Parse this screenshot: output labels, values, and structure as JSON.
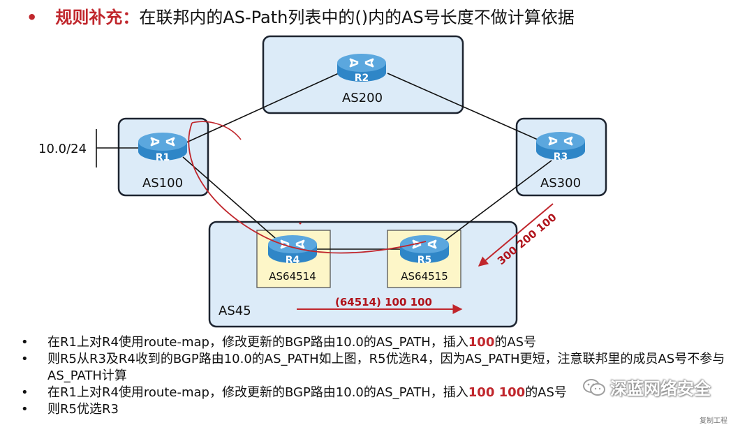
{
  "title": {
    "bullet": "•",
    "label": "规则补充：",
    "text": "在联邦内的AS-Path列表中的()内的AS号长度不做计算依据"
  },
  "diagram": {
    "routers": [
      {
        "id": "R1",
        "label": "R1",
        "as": "AS100"
      },
      {
        "id": "R2",
        "label": "R2",
        "as": "AS200"
      },
      {
        "id": "R3",
        "label": "R3",
        "as": "AS300"
      },
      {
        "id": "R4",
        "label": "R4",
        "as": "AS64514"
      },
      {
        "id": "R5",
        "label": "R5",
        "as": "AS64515"
      }
    ],
    "confederation_label": "AS45",
    "prefix_label": "10.0/24",
    "path_via_r3": "300 200 100",
    "path_via_r4": "(64514)  100 100",
    "colors": {
      "accent_red": "#c0262c",
      "box_fill": "#dcebf8",
      "router_blue": "#2f86c7"
    }
  },
  "notes": [
    {
      "bullet": "•",
      "text": "在R1上对R4使用route-map，修改更新的BGP路由10.0的AS_PATH，插入",
      "highlight": "100",
      "after": "的AS号"
    },
    {
      "bullet": "•",
      "text": "则R5从R3及R4收到的BGP路由10.0的AS_PATH如上图，R5优选R4，因为AS_PATH更短，注意联邦里的成员AS号不参与AS_PATH计算",
      "highlight": "",
      "after": ""
    },
    {
      "bullet": "•",
      "text": "在R1上对R4使用route-map，修改更新的BGP路由10.0的AS_PATH，插入",
      "highlight": "100  100",
      "after": "的AS号"
    },
    {
      "bullet": "•",
      "text": "则R5优选R3",
      "highlight": "",
      "after": ""
    }
  ],
  "watermark": {
    "icon": "wechat-icon",
    "text": "深蓝网络安全"
  },
  "corner_text": "复制工程"
}
